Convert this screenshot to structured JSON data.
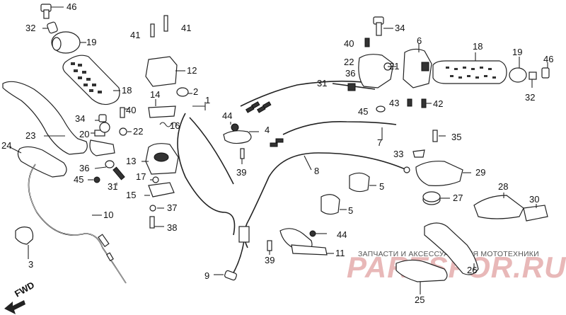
{
  "diagram": {
    "labels": [
      "1",
      "2",
      "3",
      "4",
      "5",
      "5",
      "6",
      "7",
      "8",
      "9",
      "10",
      "11",
      "12",
      "13",
      "14",
      "15",
      "16",
      "17",
      "18",
      "18",
      "19",
      "19",
      "20",
      "21",
      "22",
      "22",
      "23",
      "24",
      "25",
      "26",
      "27",
      "28",
      "29",
      "30",
      "31",
      "31",
      "32",
      "32",
      "33",
      "34",
      "34",
      "35",
      "36",
      "36",
      "37",
      "38",
      "39",
      "39",
      "40",
      "40",
      "41",
      "41",
      "42",
      "43",
      "44",
      "44",
      "45",
      "45",
      "46",
      "46"
    ],
    "fwd_label": "FWD",
    "watermark_text": "ЗАПЧАСТИ И АКСЕССУАРЫ ДЛЯ МОТОТЕХНИКИ",
    "watermark_logo": "PARTSFOR.RU"
  }
}
